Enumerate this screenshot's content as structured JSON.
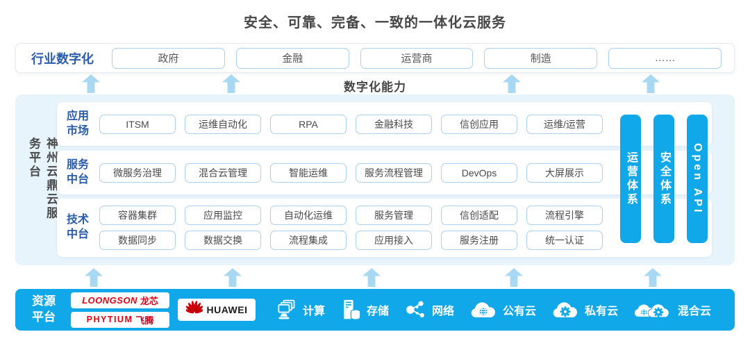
{
  "title": "安全、可靠、完备、一致的一体化云服务",
  "capability_label": "数字化能力",
  "industry": {
    "label": "行业数字化",
    "items": [
      "政府",
      "金融",
      "运营商",
      "制造",
      "……"
    ]
  },
  "platform": {
    "side_label": "神州云鼎云服务平台",
    "rows": [
      {
        "label": "应用市场",
        "lines": [
          [
            "ITSM",
            "运维自动化",
            "RPA",
            "金融科技",
            "信创应用",
            "运维/运营"
          ]
        ]
      },
      {
        "label": "服务中台",
        "lines": [
          [
            "微服务治理",
            "混合云管理",
            "智能运维",
            "服务流程管理",
            "DevOps",
            "大屏展示"
          ]
        ]
      },
      {
        "label": "技术中台",
        "lines": [
          [
            "容器集群",
            "应用监控",
            "自动化运维",
            "服务管理",
            "信创适配",
            "流程引擎"
          ],
          [
            "数据同步",
            "数据交换",
            "流程集成",
            "应用接入",
            "服务注册",
            "统一认证"
          ]
        ]
      }
    ],
    "bars": [
      "运营体系",
      "安全体系",
      "Open API"
    ]
  },
  "resource": {
    "label": "资源平台",
    "logos": {
      "loongson": {
        "en": "LOONGSON",
        "cn": "龙芯"
      },
      "phytium": {
        "en": "PHYTIUM",
        "cn": "飞腾"
      },
      "huawei": {
        "en": "HUAWEI"
      }
    },
    "items": [
      {
        "icon": "compute-icon",
        "label": "计算"
      },
      {
        "icon": "storage-icon",
        "label": "存储"
      },
      {
        "icon": "network-icon",
        "label": "网络"
      },
      {
        "icon": "public-cloud-icon",
        "label": "公有云"
      },
      {
        "icon": "private-cloud-icon",
        "label": "私有云"
      },
      {
        "icon": "hybrid-cloud-icon",
        "label": "混合云"
      }
    ]
  },
  "colors": {
    "accent_blue": "#10a8e9",
    "arrow_blue": "#a9d8f3",
    "label_blue": "#2a5caa",
    "platform_bg": "#e8f4fb",
    "pill_border": "#abd0ea",
    "logo_red": "#e60012",
    "huawei_red": "#c7000b"
  }
}
